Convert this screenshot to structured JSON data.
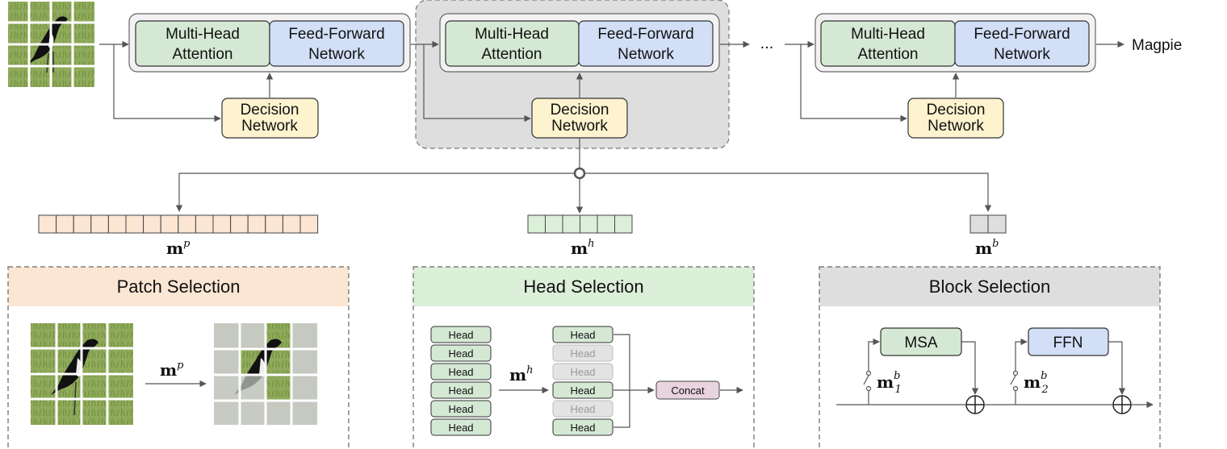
{
  "pipeline": {
    "block_labels": {
      "mha_line1": "Multi-Head",
      "mha_line2": "Attention",
      "ffn_line1": "Feed-Forward",
      "ffn_line2": "Network",
      "decision_line1": "Decision",
      "decision_line2": "Network"
    },
    "ellipsis": "...",
    "output_label": "Magpie"
  },
  "masks": {
    "patch": {
      "symbol": "m",
      "superscript": "p"
    },
    "head": {
      "symbol": "m",
      "superscript": "h"
    },
    "block": {
      "symbol": "m",
      "superscript": "b"
    }
  },
  "panels": {
    "patch": {
      "title": "Patch Selection",
      "arrow_symbol": "m",
      "arrow_superscript": "p"
    },
    "head": {
      "title": "Head Selection",
      "head_label": "Head",
      "concat_label": "Concat",
      "arrow_symbol": "m",
      "arrow_superscript": "h",
      "head_states": [
        true,
        false,
        false,
        true,
        false,
        true
      ]
    },
    "block": {
      "title": "Block Selection",
      "msa_label": "MSA",
      "ffn_label": "FFN",
      "switch1": {
        "symbol": "m",
        "superscript": "b",
        "subscript": "1"
      },
      "switch2": {
        "symbol": "m",
        "superscript": "b",
        "subscript": "2"
      }
    }
  },
  "colors": {
    "mha": "#d5e8d4",
    "ffn": "#d2dff7",
    "decision": "#fef3cf",
    "patch_header": "#fbe5d3",
    "head_header": "#dcefd9",
    "block_header": "#dedede",
    "highlight": "#dedede",
    "concat": "#e8d3df",
    "head_off": "#e3e3e3"
  }
}
